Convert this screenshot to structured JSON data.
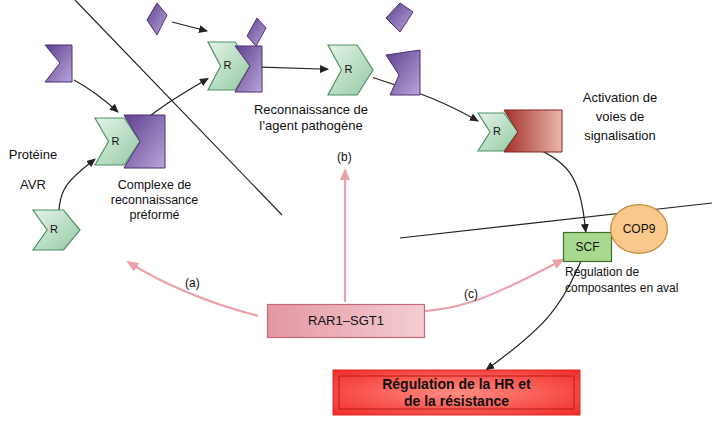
{
  "diagram": {
    "nodes": [
      {
        "text": [
          "R"
        ]
      },
      {
        "text": [
          "R"
        ]
      },
      {
        "text": [
          "R"
        ]
      },
      {
        "text": [
          "R"
        ]
      },
      {
        "text": [
          "R"
        ]
      },
      {
        "text": [
          "SCF"
        ]
      },
      {
        "text": [
          "COP9"
        ]
      },
      {
        "text": [
          "RAR1–SGT1"
        ]
      },
      {
        "text": [
          "Régulation de la HR et de la résistance"
        ]
      }
    ],
    "edges": [
      {
        "from": 0,
        "to": 1,
        "arrow": "to"
      },
      {
        "from": 1,
        "to": 2,
        "arrow": "to"
      },
      {
        "from": 2,
        "to": 3,
        "arrow": "to"
      },
      {
        "from": 3,
        "to": 4,
        "arrow": "to"
      },
      {
        "from": 4,
        "to": 5,
        "arrow": "to"
      },
      {
        "from": 5,
        "to": 8,
        "arrow": "to"
      },
      {
        "from": 7,
        "to": 5,
        "label": "(c)",
        "arrow": "to"
      }
    ],
    "labels": [
      "Protéine AVR",
      "Complexe de reconnaissance préformé",
      "Reconnaissance de l’agent pathogène",
      "Activation de voies de signalisation",
      "Régulation de composantes en aval",
      "(a)",
      "(b)"
    ]
  }
}
